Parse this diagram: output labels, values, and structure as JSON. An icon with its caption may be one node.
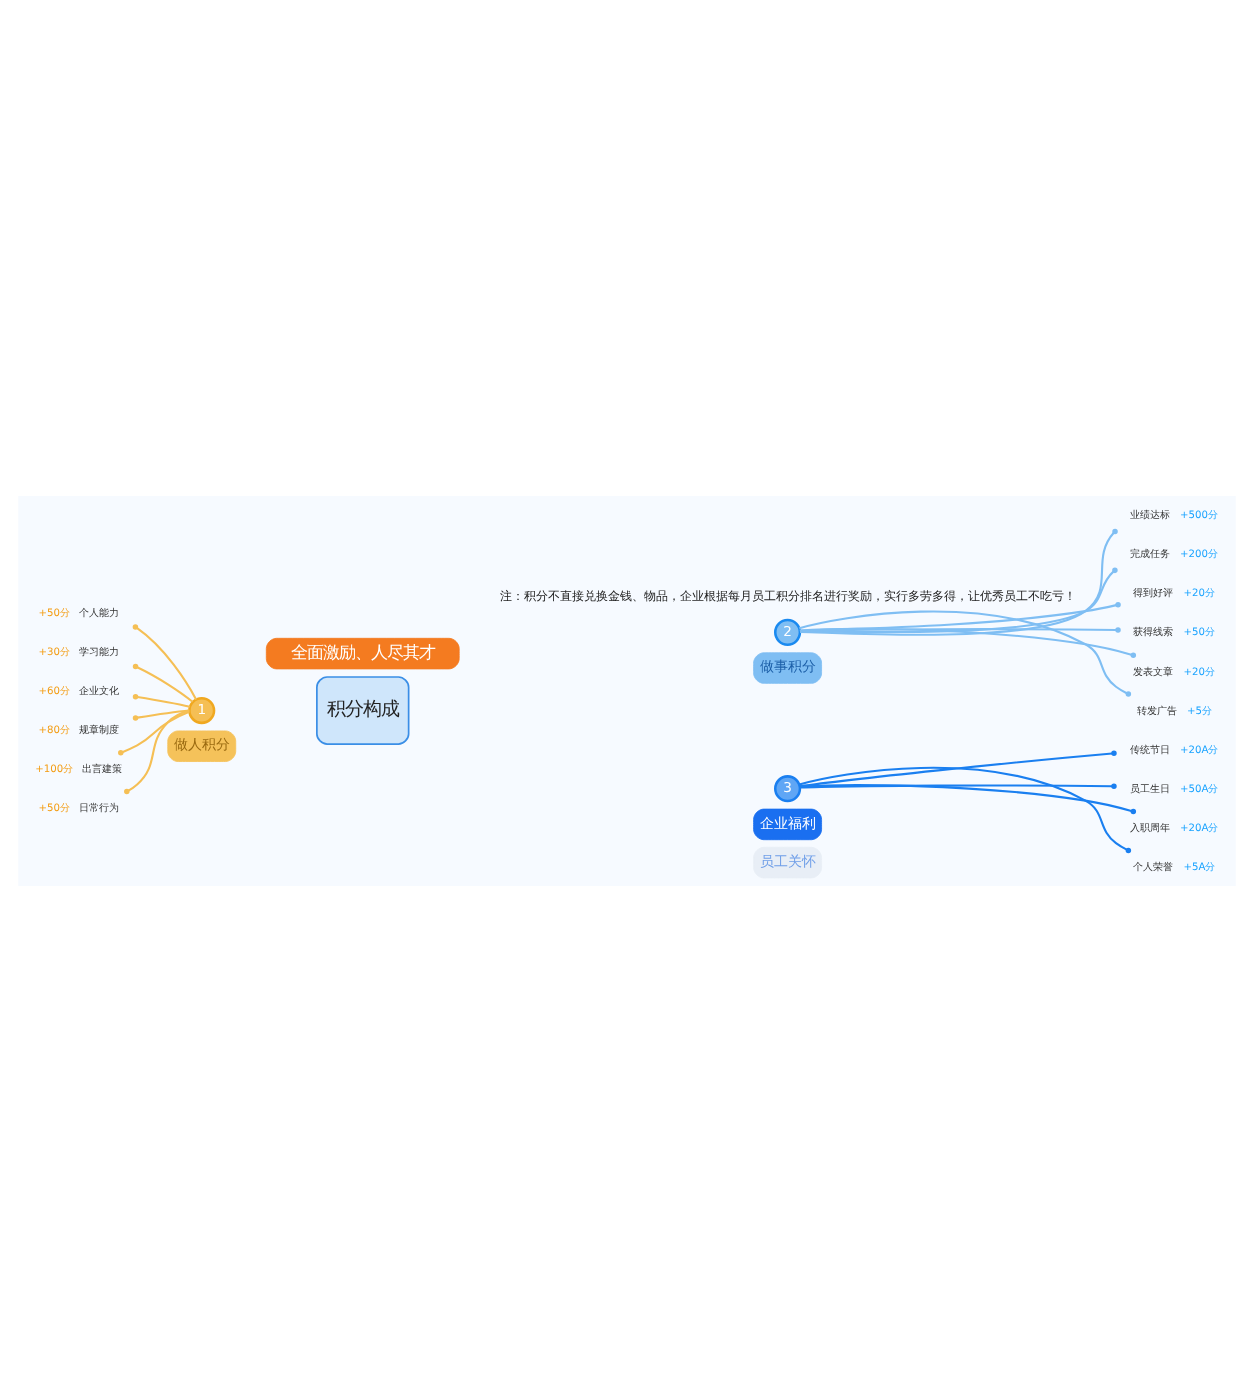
{
  "diagram": {
    "title": "全面激励、人尽其才",
    "caption": "注：积分不直接兑换金钱、物品，企业根据每月员工积分排名进行奖励，实行多劳多得，让优秀员工不吃亏！",
    "nodes": [
      {
        "text": [
          "积分构成"
        ]
      },
      {
        "text": [
          "1"
        ],
        "beside": [
          "做人积分"
        ]
      },
      {
        "text": [
          "个人能力"
        ],
        "beside": [
          "+50分"
        ]
      },
      {
        "text": [
          "学习能力"
        ],
        "beside": [
          "+30分"
        ]
      },
      {
        "text": [
          "企业文化"
        ],
        "beside": [
          "+60分"
        ]
      },
      {
        "text": [
          "规章制度"
        ],
        "beside": [
          "+80分"
        ]
      },
      {
        "text": [
          "出言建策"
        ],
        "beside": [
          "+100分"
        ]
      },
      {
        "text": [
          "日常行为"
        ],
        "beside": [
          "+50分"
        ]
      },
      {
        "text": [
          "2"
        ],
        "beside": [
          "做事积分"
        ]
      },
      {
        "text": [
          "业绩达标"
        ],
        "beside": [
          "+500分"
        ]
      },
      {
        "text": [
          "完成任务"
        ],
        "beside": [
          "+200分"
        ]
      },
      {
        "text": [
          "得到好评"
        ],
        "beside": [
          "+20分"
        ]
      },
      {
        "text": [
          "获得线索"
        ],
        "beside": [
          "+50分"
        ]
      },
      {
        "text": [
          "发表文章"
        ],
        "beside": [
          "+20分"
        ]
      },
      {
        "text": [
          "转发广告"
        ],
        "beside": [
          "+5分"
        ]
      },
      {
        "text": [
          "3"
        ],
        "beside": [
          "员工关怀",
          "企业福利"
        ]
      },
      {
        "text": [
          "传统节日"
        ],
        "beside": [
          "+20A分"
        ]
      },
      {
        "text": [
          "员工生日"
        ],
        "beside": [
          "+50A分"
        ]
      },
      {
        "text": [
          "入职周年"
        ],
        "beside": [
          "+20A分"
        ]
      },
      {
        "text": [
          "个人荣誉"
        ],
        "beside": [
          "+5A分"
        ]
      }
    ],
    "edges": [
      {
        "from": 1,
        "to": 2,
        "arrow": "other",
        "color": "#f5bf55"
      },
      {
        "from": 1,
        "to": 3,
        "arrow": "other",
        "color": "#f5bf55"
      },
      {
        "from": 1,
        "to": 4,
        "arrow": "other",
        "color": "#f5bf55"
      },
      {
        "from": 1,
        "to": 5,
        "arrow": "other",
        "color": "#f5bf55"
      },
      {
        "from": 1,
        "to": 6,
        "arrow": "other",
        "color": "#f5bf55"
      },
      {
        "from": 1,
        "to": 7,
        "arrow": "other",
        "color": "#f5bf55"
      },
      {
        "from": 8,
        "to": 9,
        "arrow": "other",
        "color": "#7fbef3"
      },
      {
        "from": 8,
        "to": 10,
        "arrow": "other",
        "color": "#7fbef3"
      },
      {
        "from": 8,
        "to": 11,
        "arrow": "other",
        "color": "#7fbef3"
      },
      {
        "from": 8,
        "to": 12,
        "arrow": "other",
        "color": "#7fbef3"
      },
      {
        "from": 8,
        "to": 13,
        "arrow": "other",
        "color": "#7fbef3"
      },
      {
        "from": 8,
        "to": 14,
        "arrow": "other",
        "color": "#7fbef3"
      },
      {
        "from": 15,
        "to": 16,
        "arrow": "other",
        "color": "#1a7ff0"
      },
      {
        "from": 15,
        "to": 17,
        "arrow": "other",
        "color": "#1a7ff0"
      },
      {
        "from": 15,
        "to": 18,
        "arrow": "other",
        "color": "#1a7ff0"
      },
      {
        "from": 15,
        "to": 19,
        "arrow": "other",
        "color": "#1a7ff0"
      }
    ]
  }
}
